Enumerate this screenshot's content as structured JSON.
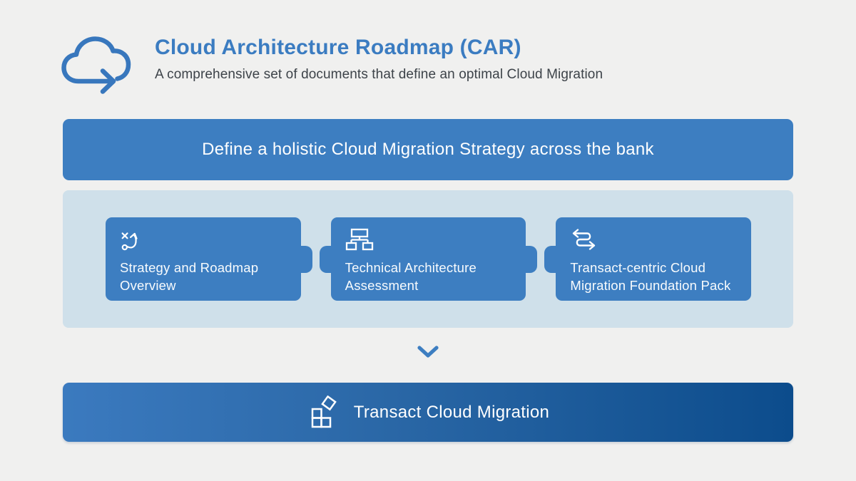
{
  "header": {
    "logo_icon": "cloud-arrow-icon",
    "title": "Cloud Architecture Roadmap (CAR)",
    "subtitle": "A comprehensive set of documents that define an optimal Cloud Migration"
  },
  "strategy_banner": {
    "label": "Define a holistic Cloud Migration Strategy across the bank"
  },
  "cards": [
    {
      "icon": "strategy-icon",
      "label": "Strategy and Roadmap Overview"
    },
    {
      "icon": "architecture-icon",
      "label": "Technical Architecture Assessment"
    },
    {
      "icon": "transfer-icon",
      "label": "Transact-centric Cloud Migration Foundation Pack"
    }
  ],
  "flow": {
    "connector_icon": "chevron-down-icon"
  },
  "footer_banner": {
    "icon": "building-blocks-icon",
    "label": "Transact Cloud Migration"
  },
  "colors": {
    "page_background": "#f0f0ef",
    "accent_blue": "#3d7ec1",
    "title_blue": "#3b7cc1",
    "light_panel": "#cfe0ea",
    "gradient_start": "#3b7abf",
    "gradient_end": "#0c4c8c",
    "subtitle_text": "#3d4349",
    "card_text": "#ffffff"
  }
}
